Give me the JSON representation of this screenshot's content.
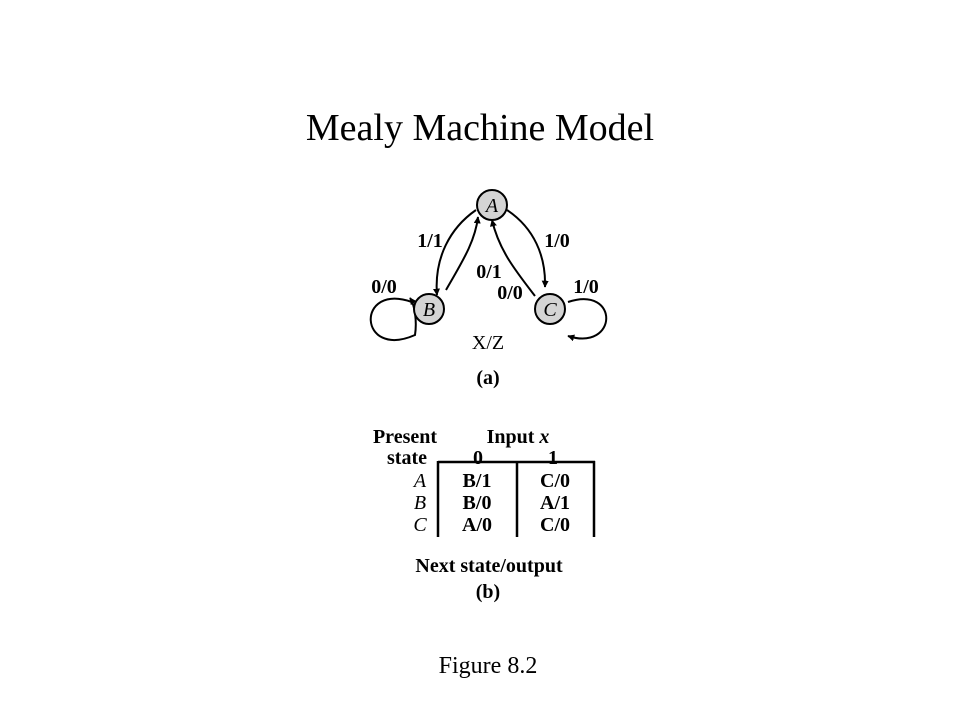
{
  "slide": {
    "title": "Mealy Machine Model",
    "footer": "Figure 8.2"
  },
  "diagram": {
    "states": [
      {
        "id": "A",
        "label": "A"
      },
      {
        "id": "B",
        "label": "B"
      },
      {
        "id": "C",
        "label": "C"
      }
    ],
    "transitions": {
      "a_to_b": "1/1",
      "b_to_a": "0/1",
      "b_to_b": "0/0",
      "a_to_c": "1/0",
      "c_to_a": "0/0",
      "c_to_c": "1/0"
    },
    "legend": "X/Z",
    "caption": "(a)",
    "state_fill": "#d4d4d4"
  },
  "table": {
    "header_line1_left": "Present",
    "header_line1_right": "Input x",
    "header_line1_right_text": "Input ",
    "header_line1_right_var": "x",
    "header_line2_left": "state",
    "header_line2_col0": "0",
    "header_line2_col1": "1",
    "rows": [
      {
        "state": "A",
        "col0": "B/1",
        "col1": "C/0"
      },
      {
        "state": "B",
        "col0": "B/0",
        "col1": "A/1"
      },
      {
        "state": "C",
        "col0": "A/0",
        "col1": "C/0"
      }
    ],
    "footer_label": "Next state/output",
    "caption": "(b)"
  }
}
